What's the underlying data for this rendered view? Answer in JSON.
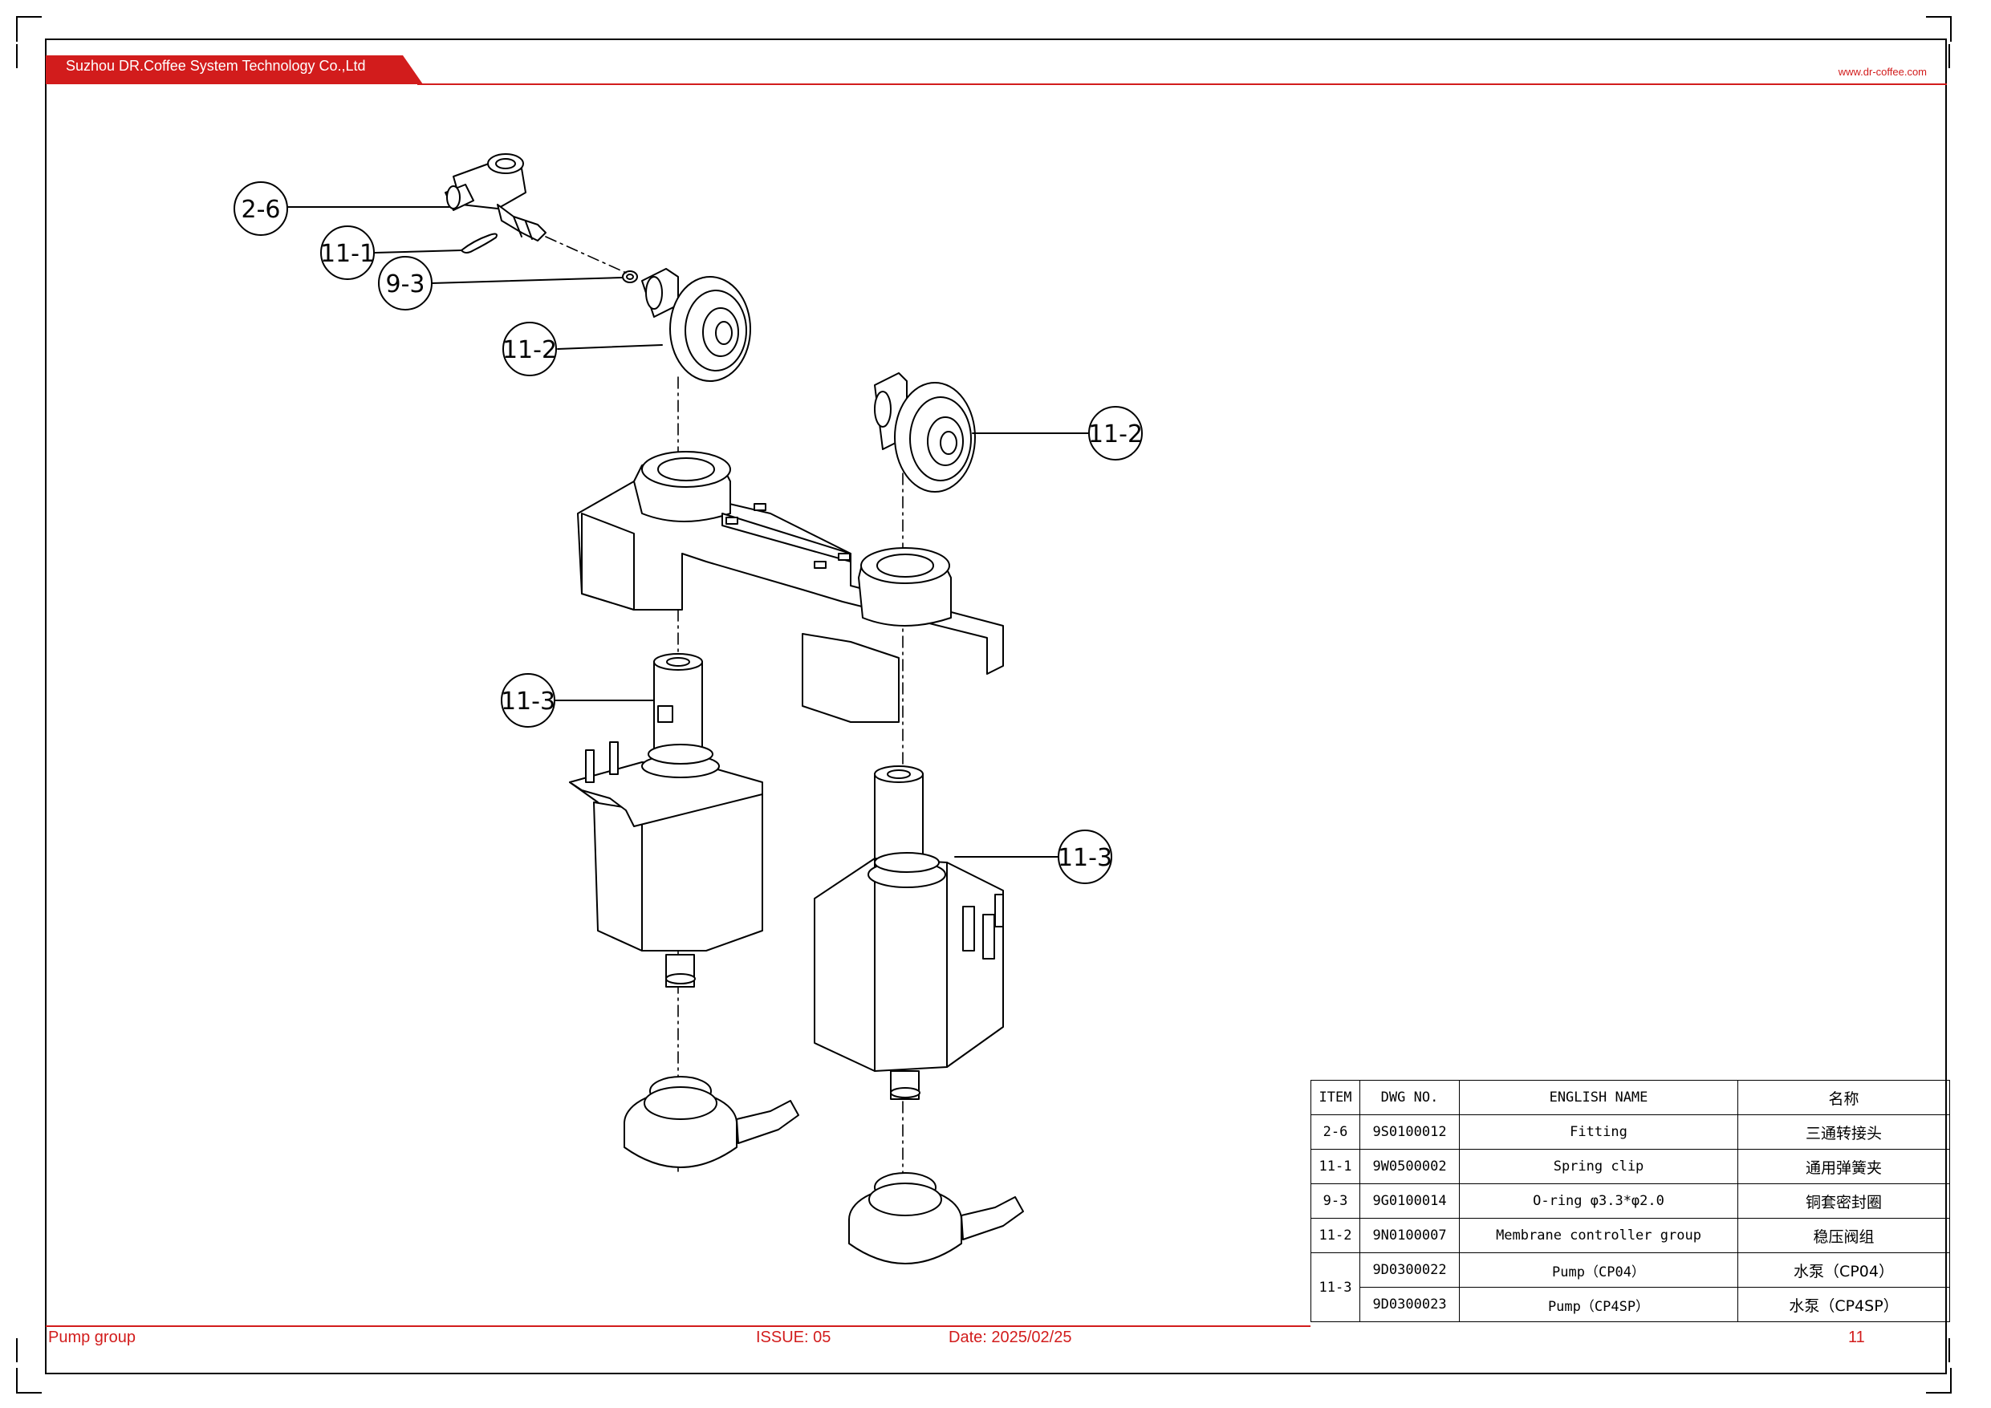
{
  "header": {
    "company": "Suzhou DR.Coffee System Technology Co.,Ltd",
    "website": "www.dr-coffee.com"
  },
  "colors": {
    "accent": "#d21c1c",
    "line": "#000000"
  },
  "callouts": [
    {
      "id": "c-2-6",
      "label": "2-6"
    },
    {
      "id": "c-11-1",
      "label": "11-1"
    },
    {
      "id": "c-9-3",
      "label": "9-3"
    },
    {
      "id": "c-11-2-a",
      "label": "11-2"
    },
    {
      "id": "c-11-2-b",
      "label": "11-2"
    },
    {
      "id": "c-11-3-a",
      "label": "11-3"
    },
    {
      "id": "c-11-3-b",
      "label": "11-3"
    }
  ],
  "bom": {
    "headers": [
      "ITEM",
      "DWG NO.",
      "ENGLISH NAME",
      "名称"
    ],
    "rows": [
      {
        "item": "2-6",
        "dwg": "9S0100012",
        "en": "Fitting",
        "cn": "三通转接头"
      },
      {
        "item": "11-1",
        "dwg": "9W0500002",
        "en": "Spring clip",
        "cn": "通用弹簧夹"
      },
      {
        "item": "9-3",
        "dwg": "9G0100014",
        "en": "O-ring φ3.3*φ2.0",
        "cn": "铜套密封圈"
      },
      {
        "item": "11-2",
        "dwg": "9N0100007",
        "en": "Membrane controller group",
        "cn": "稳压阀组"
      },
      {
        "item": "11-3",
        "dwg": "9D0300022",
        "en": "Pump（CP04）",
        "cn": "水泵（CP04）"
      },
      {
        "item": "",
        "dwg": "9D0300023",
        "en": "Pump（CP4SP）",
        "cn": "水泵（CP4SP）"
      }
    ]
  },
  "footer": {
    "title": "Pump group",
    "issue": "ISSUE:  05",
    "date": "Date:  2025/02/25",
    "page": "11"
  }
}
